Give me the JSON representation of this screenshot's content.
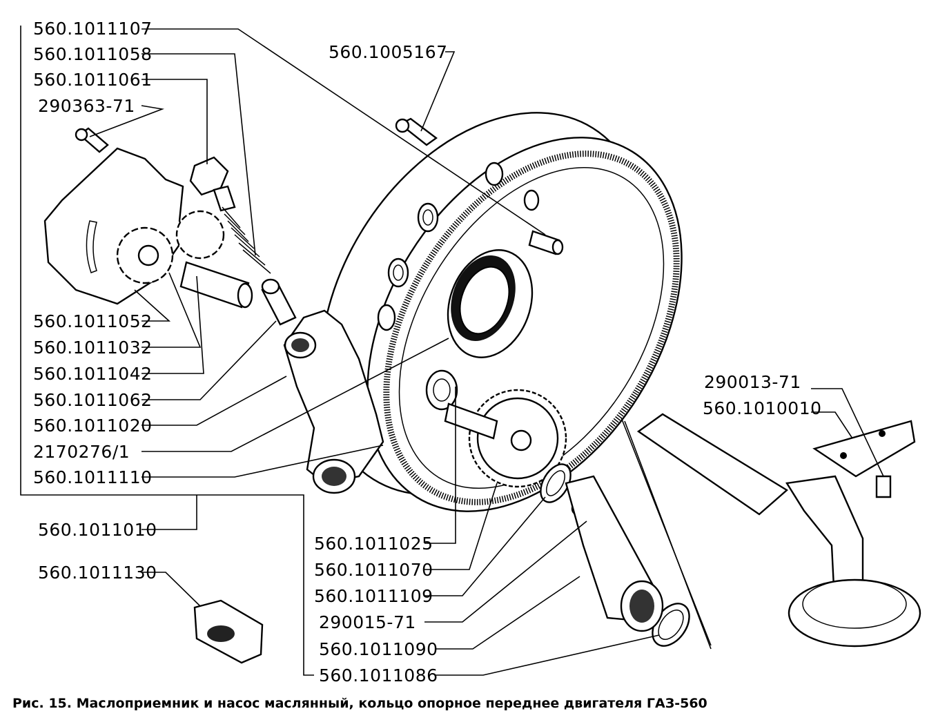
{
  "figure": {
    "caption": "Рис. 15. Маслоприемник и насос маслянный, кольцо опорное переднее двигателя ГАЗ-560"
  },
  "part_labels": [
    "560.1011107",
    "560.1011058",
    "560.1011061",
    "290363-71",
    "560.1005167",
    "560.1011052",
    "560.1011032",
    "560.1011042",
    "560.1011062",
    "560.1011020",
    "2170276/1",
    "560.1011110",
    "560.1011010",
    "560.1011130",
    "290013-71",
    "560.1010010",
    "560.1011025",
    "560.1011070",
    "560.1011109",
    "290015-71",
    "560.1011090",
    "560.1011086"
  ]
}
